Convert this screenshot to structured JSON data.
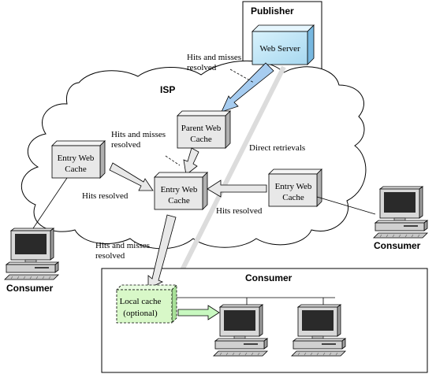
{
  "publisher": {
    "title": "Publisher",
    "server_label": "Web Server"
  },
  "isp": {
    "title": "ISP"
  },
  "caches": {
    "parent": {
      "line1": "Parent Web",
      "line2": "Cache"
    },
    "entry_left": {
      "line1": "Entry Web",
      "line2": "Cache"
    },
    "entry_center": {
      "line1": "Entry Web",
      "line2": "Cache"
    },
    "entry_right": {
      "line1": "Entry Web",
      "line2": "Cache"
    }
  },
  "labels": {
    "hits_misses_top": {
      "line1": "Hits and misses",
      "line2": "resolved"
    },
    "hits_misses_mid": {
      "line1": "Hits and misses",
      "line2": "resolved"
    },
    "hits_misses_bottom": {
      "line1": "Hits and misses",
      "line2": "resolved"
    },
    "direct_retrievals": "Direct retrievals",
    "hits_resolved_left": "Hits resolved",
    "hits_resolved_right": "Hits resolved"
  },
  "consumer_box": {
    "title": "Consumer",
    "local_cache": {
      "line1": "Local cache",
      "line2": "(optional)"
    }
  },
  "consumers": {
    "left": "Consumer",
    "right": "Consumer"
  },
  "colors": {
    "server_fill": "#c8e8f8",
    "server_arrow": "#a6ccf0",
    "local_cache_fill": "#d8f8c8",
    "local_arrow": "#c8f8c0",
    "cache_fill": "#e8e8e8"
  }
}
